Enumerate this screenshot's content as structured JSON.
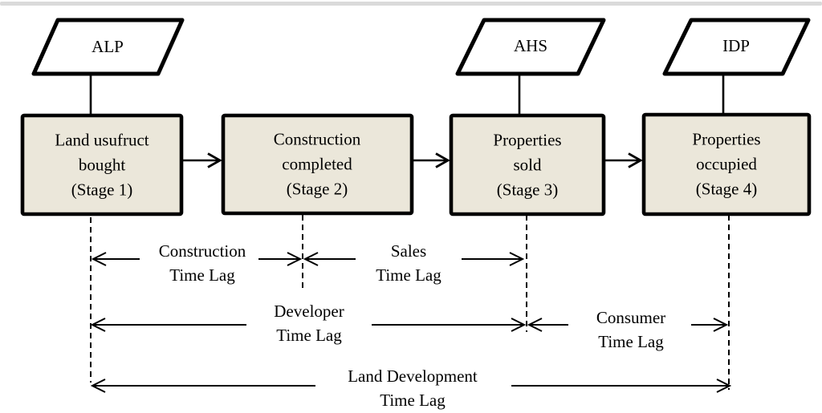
{
  "page": {
    "top_divider_color": "#dadada",
    "background_color": "#ffffff"
  },
  "style": {
    "box_fill_color": "#ebe7da",
    "line_color": "#000000"
  },
  "inputs": [
    {
      "label": "ALP"
    },
    {
      "label": "AHS"
    },
    {
      "label": "IDP"
    }
  ],
  "stages": [
    {
      "label": "Land usufruct\nbought\n(Stage 1)"
    },
    {
      "label": "Construction\ncompleted\n(Stage 2)"
    },
    {
      "label": "Properties\nsold\n(Stage 3)"
    },
    {
      "label": "Properties\noccupied\n(Stage 4)"
    }
  ],
  "time_lags": [
    {
      "label": "Construction\nTime Lag"
    },
    {
      "label": "Sales\nTime Lag"
    },
    {
      "label": "Developer\nTime Lag"
    },
    {
      "label": "Consumer\nTime Lag"
    },
    {
      "label": "Land Development\nTime Lag"
    }
  ]
}
